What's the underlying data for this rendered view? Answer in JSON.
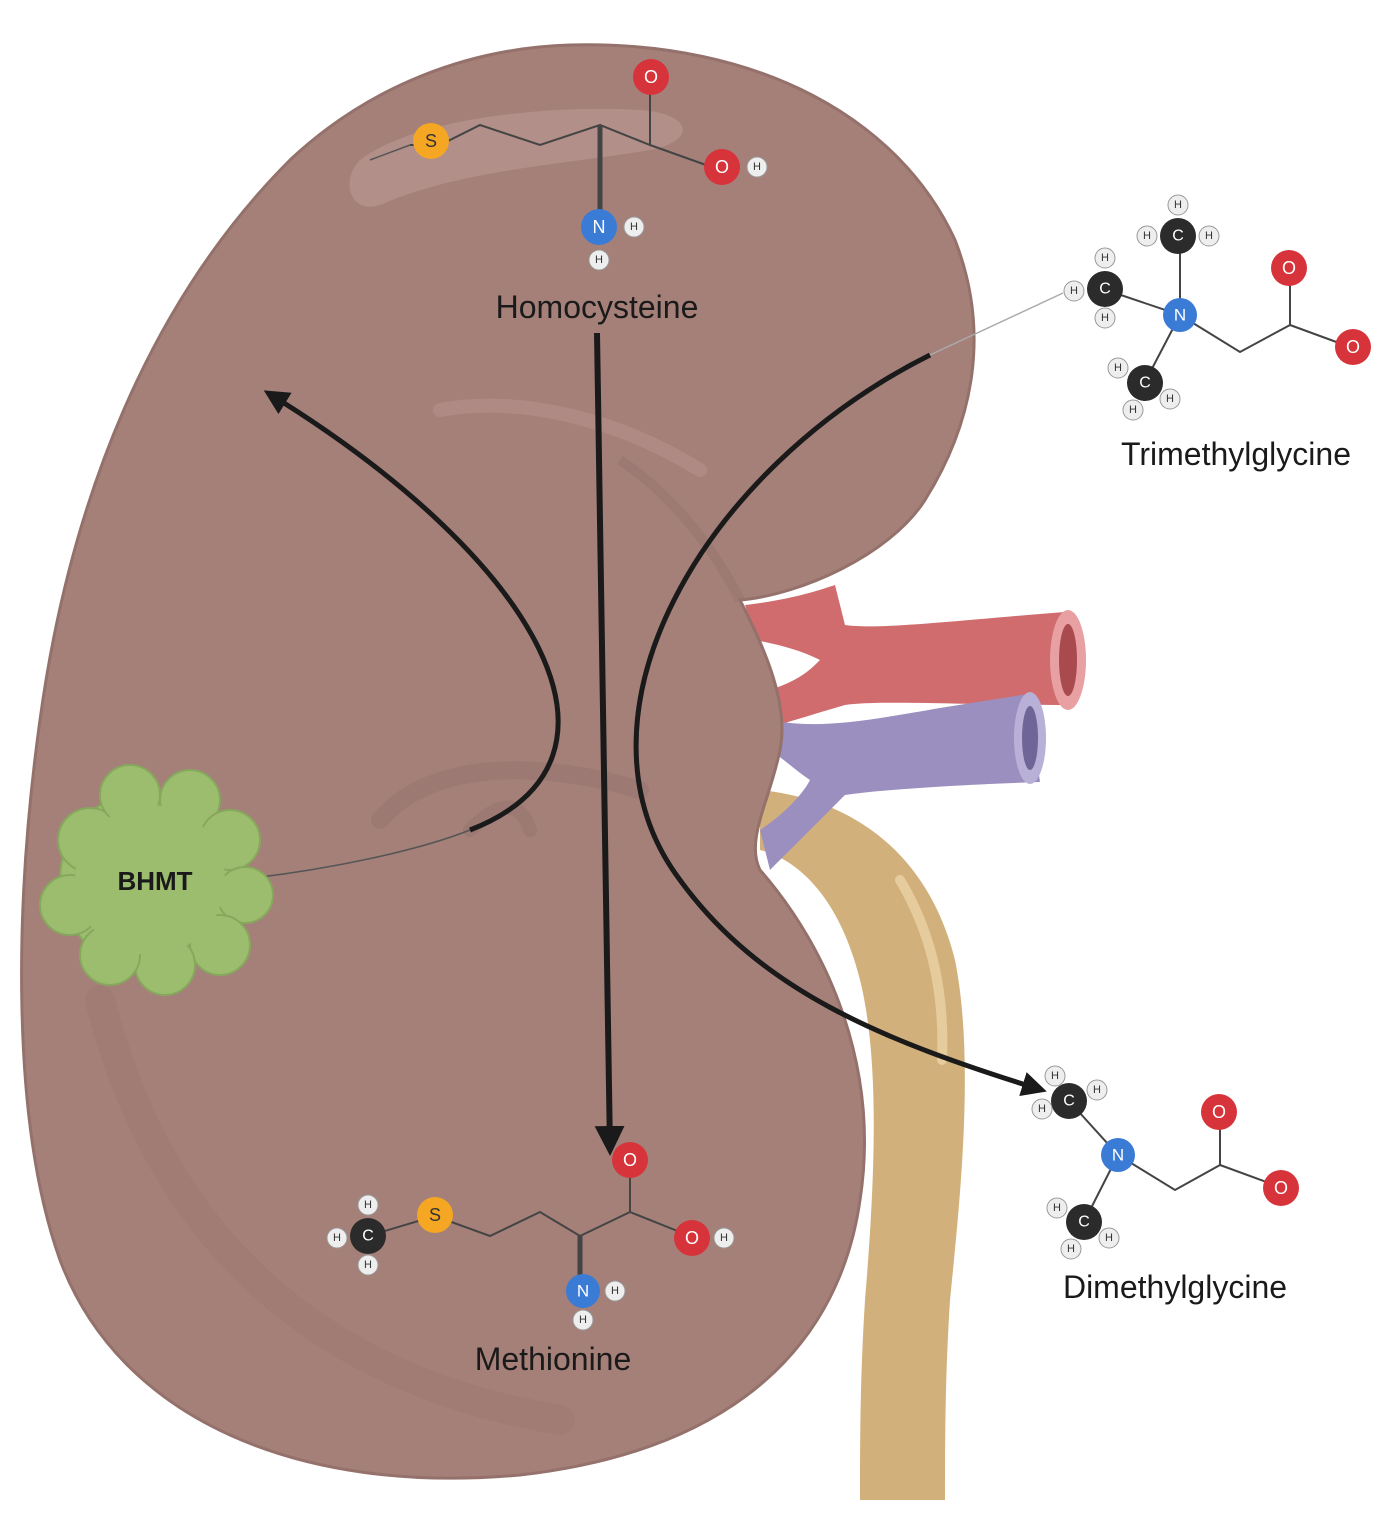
{
  "labels": {
    "homocysteine": "Homocysteine",
    "methionine": "Methionine",
    "trimethylglycine": "Trimethylglycine",
    "dimethylglycine": "Dimethylglycine",
    "enzyme": "BHMT"
  },
  "atoms": {
    "S": "S",
    "O": "O",
    "N": "N",
    "H": "H",
    "C": "C"
  },
  "colors": {
    "kidney": "#a58079",
    "kidney_shadow": "#9a7670",
    "kidney_highlight": "#b89690",
    "artery": "#d06b6e",
    "vein": "#9b8fbf",
    "ureter": "#d2b07b",
    "enzyme": "#9cbc6e",
    "oxygen": "#d7333b",
    "nitrogen": "#3a7bd5",
    "sulfur": "#f5a623",
    "carbon": "#2b2b2b",
    "hydrogen": "#eeeeee"
  }
}
